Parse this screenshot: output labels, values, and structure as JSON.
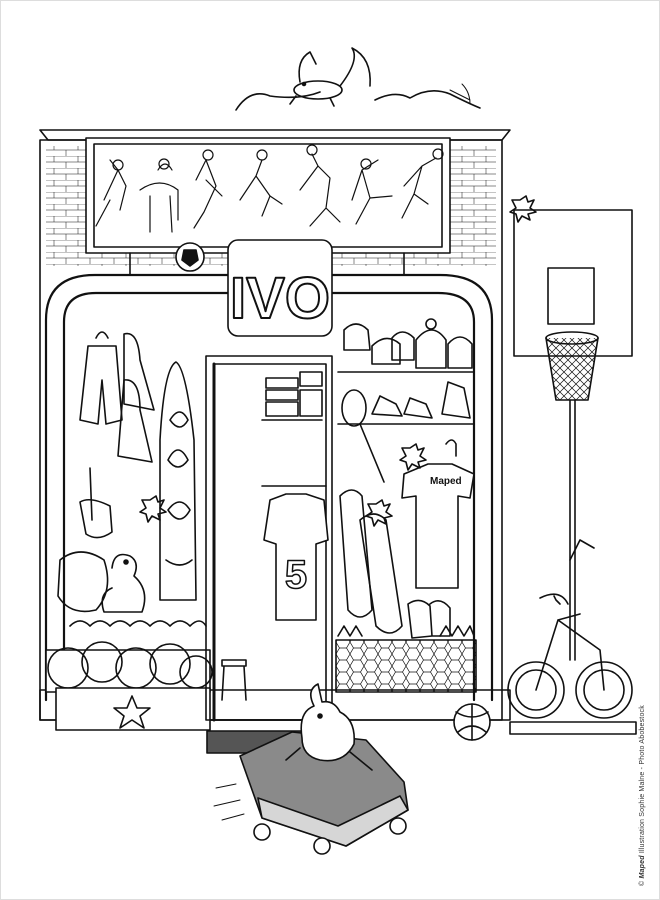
{
  "logo_text": "IVO",
  "shirt_logo_text": "Maped",
  "jersey_number": "5",
  "credit": {
    "copyright": "©",
    "brand": "Maped",
    "text": "Illustration Sophie Malne - Photo Abobestock"
  },
  "colors": {
    "ink": "#111111",
    "paper": "#ffffff",
    "car_body": "#8a8a8a",
    "car_stripe": "#d6d6d6",
    "mat": "#555555"
  },
  "icons": {
    "pennant_left": "starburst-icon",
    "pennant_hoop": "starburst-icon",
    "box_star": "star-icon"
  }
}
